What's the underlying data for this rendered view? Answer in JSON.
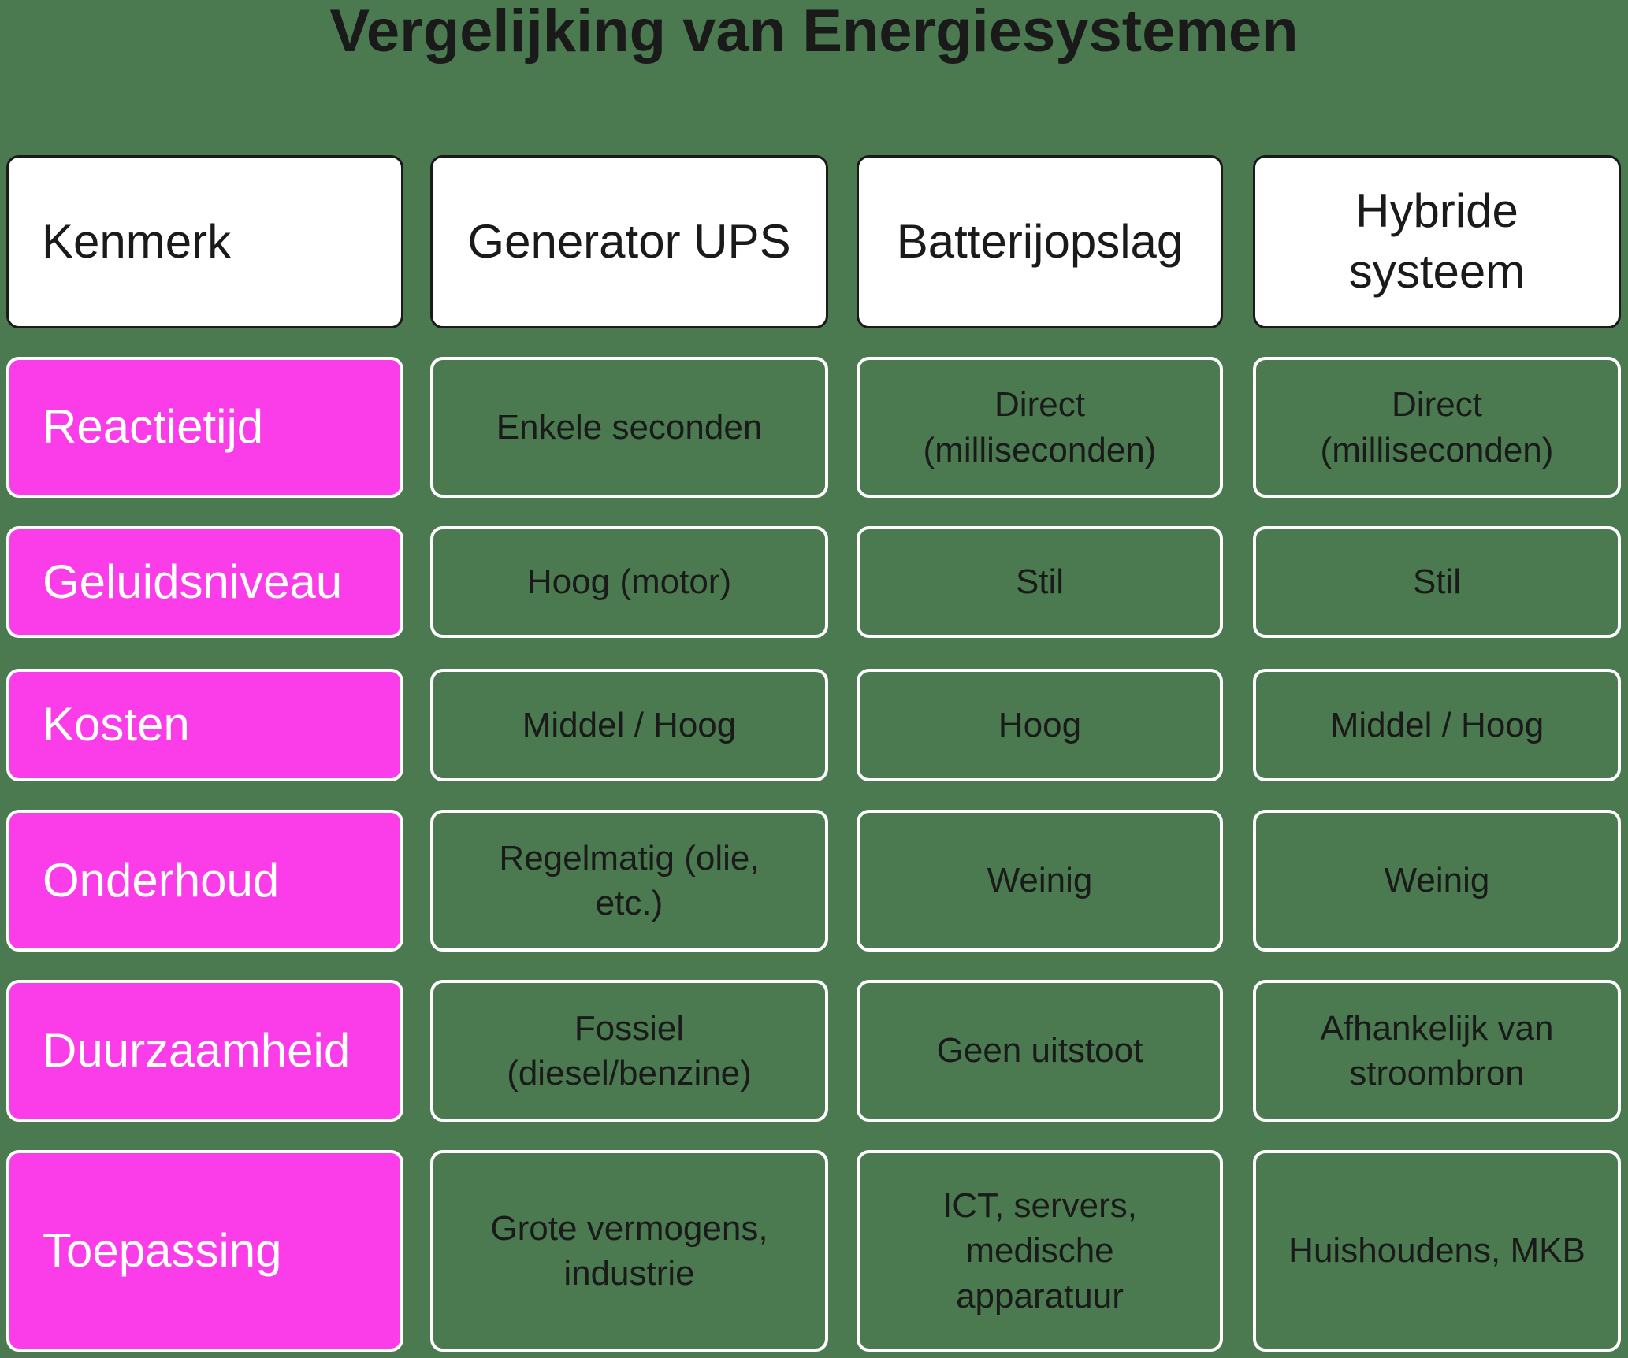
{
  "title": "Vergelijking van Energiesystemen",
  "colors": {
    "background": "#4b7a50",
    "row_label_fill": "#fb3ce9",
    "header_fill": "#ffffff",
    "cell_border": "#ffffff",
    "header_border": "#1a1a1a",
    "dark_text": "#1a1a1a",
    "light_text": "#ffffff"
  },
  "chart_data": {
    "type": "table",
    "title": "Vergelijking van Energiesystemen",
    "columns": [
      "Kenmerk",
      "Generator UPS",
      "Batterijopslag",
      "Hybride systeem"
    ],
    "rows": [
      [
        "Reactietijd",
        "Enkele seconden",
        "Direct (milliseconden)",
        "Direct (milliseconden)"
      ],
      [
        "Geluidsniveau",
        "Hoog (motor)",
        "Stil",
        "Stil"
      ],
      [
        "Kosten",
        "Middel / Hoog",
        "Hoog",
        "Middel / Hoog"
      ],
      [
        "Onderhoud",
        "Regelmatig (olie, etc.)",
        "Weinig",
        "Weinig"
      ],
      [
        "Duurzaamheid",
        "Fossiel (diesel/benzine)",
        "Geen uitstoot",
        "Afhankelijk van stroombron"
      ],
      [
        "Toepassing",
        "Grote vermogens, industrie",
        "ICT, servers, medische apparatuur",
        "Huishoudens, MKB"
      ]
    ]
  },
  "table": {
    "headers": {
      "kenmerk": "Kenmerk",
      "generator_ups": "Generator UPS",
      "batterijopslag": "Batterijopslag",
      "hybride_systeem": "Hybride\nsysteem"
    },
    "rows": [
      {
        "label": "Reactietijd",
        "generator_ups": "Enkele seconden",
        "batterijopslag": "Direct\n(milliseconden)",
        "hybride_systeem": "Direct\n(milliseconden)"
      },
      {
        "label": "Geluidsniveau",
        "generator_ups": "Hoog (motor)",
        "batterijopslag": "Stil",
        "hybride_systeem": "Stil"
      },
      {
        "label": "Kosten",
        "generator_ups": "Middel / Hoog",
        "batterijopslag": "Hoog",
        "hybride_systeem": "Middel / Hoog"
      },
      {
        "label": "Onderhoud",
        "generator_ups": "Regelmatig (olie,\netc.)",
        "batterijopslag": "Weinig",
        "hybride_systeem": "Weinig"
      },
      {
        "label": "Duurzaamheid",
        "generator_ups": "Fossiel\n(diesel/benzine)",
        "batterijopslag": "Geen uitstoot",
        "hybride_systeem": "Afhankelijk van\nstroombron"
      },
      {
        "label": "Toepassing",
        "generator_ups": "Grote vermogens,\nindustrie",
        "batterijopslag": "ICT, servers,\nmedische\napparatuur",
        "hybride_systeem": "Huishoudens, MKB"
      }
    ]
  }
}
